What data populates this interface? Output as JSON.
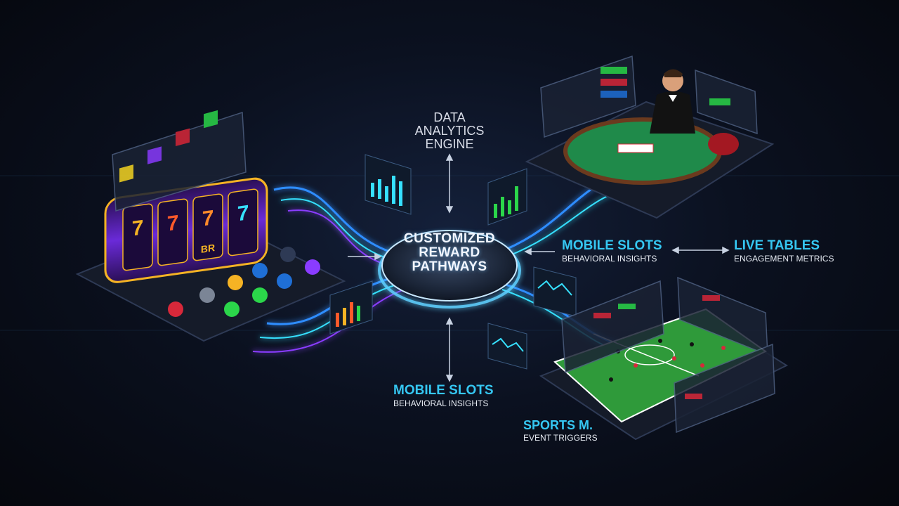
{
  "hub": {
    "lines": [
      "CUSTOMIZED",
      "REWARD",
      "PATHWAYS"
    ]
  },
  "engine": {
    "lines": [
      "DATA",
      "ANALYTICS",
      "ENGINE"
    ]
  },
  "nodes": {
    "mobile_slots_right": {
      "title": "MOBILE SLOTS",
      "subtitle": "BEHAVIORAL INSIGHTS"
    },
    "live_tables": {
      "title": "LIVE TABLES",
      "subtitle": "ENGAGEMENT METRICS"
    },
    "mobile_slots_bottom": {
      "title": "MOBILE SLOTS",
      "subtitle": "BEHAVIORAL INSIGHTS"
    },
    "sports": {
      "title": "SPORTS M.",
      "subtitle": "EVENT TRIGGERS"
    }
  },
  "slot_reels": {
    "symbols": [
      "7",
      "7",
      "7",
      "7"
    ],
    "bar": "BR"
  },
  "colors": {
    "accent": "#35c7f2",
    "hub_glow": "#5fd0ff",
    "flow_blue": "#2f8dff",
    "flow_cyan": "#36e0ff",
    "felt_green": "#1f8a4a",
    "pitch_green": "#2f9a3a",
    "slot_purple": "#8a3cff",
    "slot_gold": "#f5b324"
  },
  "icons": [
    "slot-machine-icon",
    "dealer-icon",
    "soccer-pitch-icon",
    "bar-chart-icon",
    "arrow-icon"
  ]
}
